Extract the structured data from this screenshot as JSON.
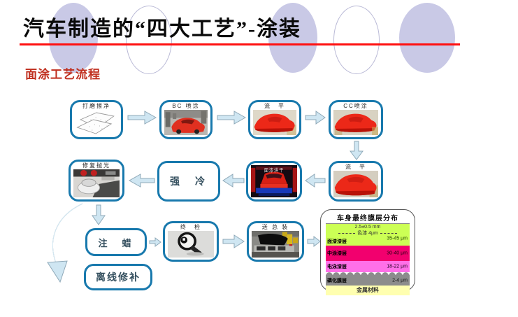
{
  "header": {
    "title": "汽车制造的“四大工艺”-涂装",
    "subtitle": "面涂工艺流程"
  },
  "flow": {
    "sand_label": "打磨擦净",
    "bc_label": "BC 喷涂",
    "flash1_label": "流　平",
    "cc_label": "CC喷涂",
    "flash2_label": "流　平",
    "bake_label": "面漆烘干",
    "cool_label": "强　冷",
    "polish_label": "修复抛光",
    "wax_label": "注　蜡",
    "inspect_label": "终　检",
    "assembly_label": "送 总 装",
    "offline_label": "离线修补"
  },
  "layer_chart": {
    "title": "车身最终膜层分布",
    "green_note1": "2.5±0.5 mm",
    "green_note2": "色漆 4μm",
    "layers": [
      {
        "name": "面漆漆层",
        "value": "35-45 μm",
        "color": "#ccff55"
      },
      {
        "name": "中涂漆层",
        "value": "30-40 μm",
        "color": "#f2006e"
      },
      {
        "name": "电泳漆层",
        "value": "18-22 μm",
        "color": "#ff70e8"
      },
      {
        "name": "磷化膜层",
        "value": "2-4 μm",
        "color": "#8c8c8c"
      },
      {
        "name": "金属材料",
        "value": "",
        "color": "#ffffb0"
      }
    ]
  },
  "colors": {
    "accent_red": "#ff1010",
    "subtitle_red": "#c03020",
    "box_border_blue": "#1879ad",
    "arrow_fill": "#cfe6f2",
    "ellipse_fill": "#c9c9e6"
  }
}
